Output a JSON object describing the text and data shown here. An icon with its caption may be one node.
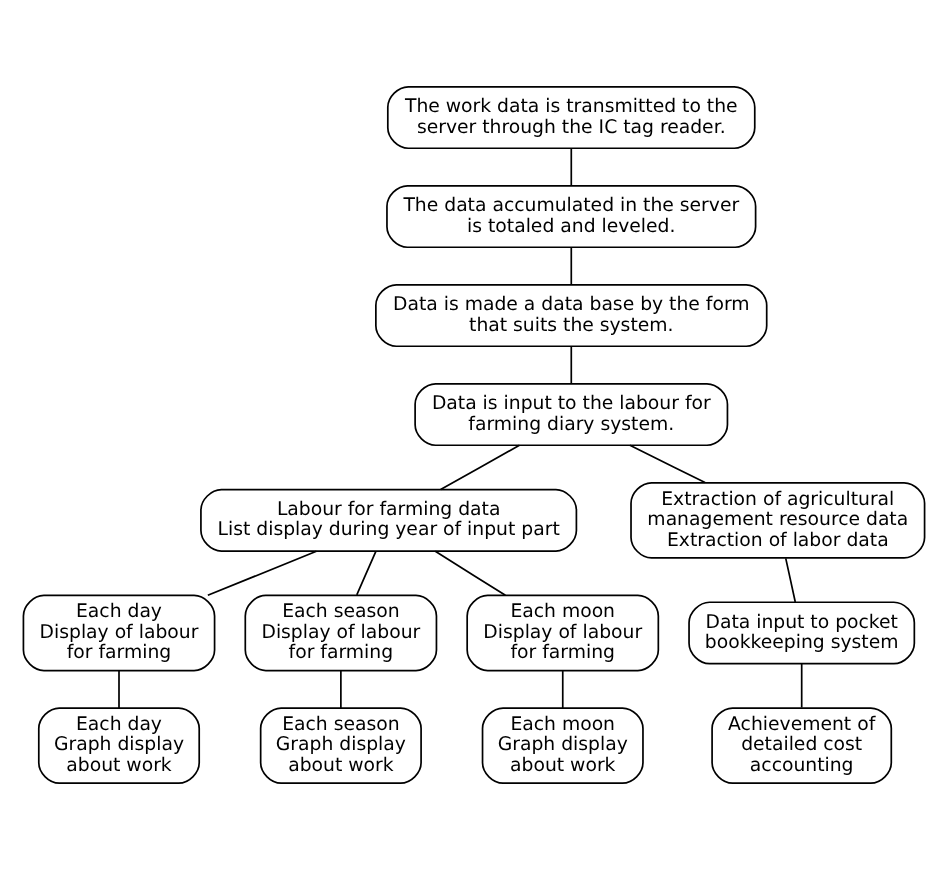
{
  "diagram": {
    "nodes": [
      {
        "text": [
          "The work data is transmitted to the server through the IC tag reader."
        ]
      },
      {
        "text": [
          "The data accumulated in the server is totaled and leveled."
        ]
      },
      {
        "text": [
          "Data is made a data base by the form that suits the system."
        ]
      },
      {
        "text": [
          "Data is input to the labour for farming diary system."
        ]
      },
      {
        "text": [
          "Labour for farming data",
          "List display during year of input part"
        ]
      },
      {
        "text": [
          "Extraction of agricultural management resource data",
          "Extraction of labor data"
        ]
      },
      {
        "text": [
          "Each day",
          "Display of labour for farming"
        ]
      },
      {
        "text": [
          "Each season",
          "Display of labour for farming"
        ]
      },
      {
        "text": [
          "Each moon",
          "Display of labour for farming"
        ]
      },
      {
        "text": [
          "Data input to pocket bookkeeping system"
        ]
      },
      {
        "text": [
          "Each day",
          "Graph display about work"
        ]
      },
      {
        "text": [
          "Each season",
          "Graph display about work"
        ]
      },
      {
        "text": [
          "Each moon",
          "Graph display about work"
        ]
      },
      {
        "text": [
          "Achievement of detailed cost accounting"
        ]
      }
    ],
    "edges": [
      {
        "from": 0,
        "to": 1,
        "arrow": "none"
      },
      {
        "from": 1,
        "to": 2,
        "arrow": "none"
      },
      {
        "from": 2,
        "to": 3,
        "arrow": "none"
      },
      {
        "from": 3,
        "to": 4,
        "arrow": "none"
      },
      {
        "from": 3,
        "to": 5,
        "arrow": "none"
      },
      {
        "from": 4,
        "to": 6,
        "arrow": "none"
      },
      {
        "from": 4,
        "to": 7,
        "arrow": "none"
      },
      {
        "from": 4,
        "to": 8,
        "arrow": "none"
      },
      {
        "from": 5,
        "to": 9,
        "arrow": "none"
      },
      {
        "from": 6,
        "to": 10,
        "arrow": "none"
      },
      {
        "from": 7,
        "to": 11,
        "arrow": "none"
      },
      {
        "from": 8,
        "to": 12,
        "arrow": "none"
      },
      {
        "from": 9,
        "to": 13,
        "arrow": "none"
      }
    ]
  }
}
